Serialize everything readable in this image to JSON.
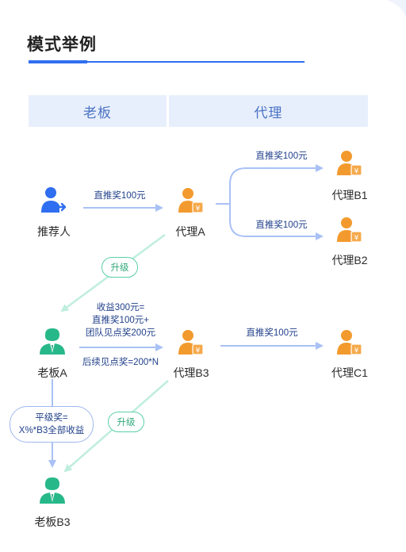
{
  "title": "模式举例",
  "headers": {
    "boss": "老板",
    "agent": "代理"
  },
  "nodes": {
    "referrer": "推荐人",
    "agent_a": "代理A",
    "agent_b1": "代理B1",
    "agent_b2": "代理B2",
    "boss_a": "老板A",
    "agent_b3": "代理B3",
    "agent_c1": "代理C1",
    "boss_b3": "老板B3"
  },
  "edges": {
    "referrer_to_a": "直推奖100元",
    "a_to_b1": "直推奖100元",
    "a_to_b2": "直推奖100元",
    "b3_to_c1": "直推奖100元",
    "boss_a_income_1": "收益300元=",
    "boss_a_income_2": "直推奖100元+",
    "boss_a_income_3": "团队见点奖200元",
    "boss_a_followup": "后续见点奖=200*N",
    "upgrade_1": "升级",
    "upgrade_2": "升级",
    "peer_reward_1": "平级奖=",
    "peer_reward_2": "X%*B3全部收益"
  },
  "colors": {
    "accent": "#2f6ef0",
    "agent": "#f39a2e",
    "boss": "#27b889",
    "referrer": "#2f6ef0",
    "arrow": "#a9c1f6",
    "upgrade": "#bfeedd"
  }
}
